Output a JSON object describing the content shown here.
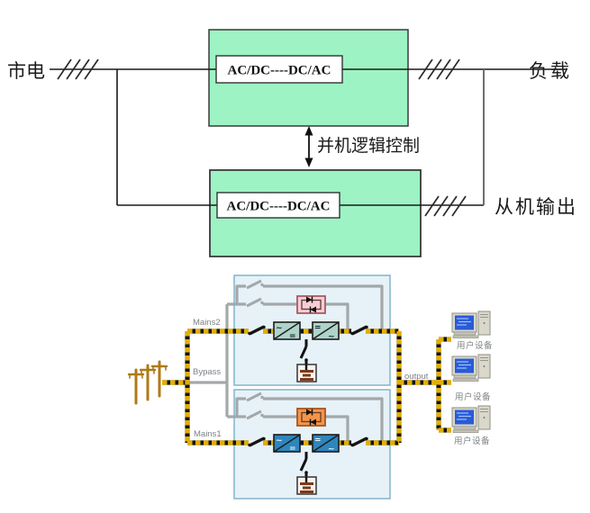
{
  "colors": {
    "green_box": "#9df3c4",
    "green_box_border": "#3a3a3a",
    "diagram_line": "#1a1a1a",
    "right_branch_gray": "#6e6e6e",
    "unit_box": "#e6f2f8",
    "unit_border": "#8ab8cd",
    "cable_yellow": "#e3ae00",
    "cable_black": "#141414",
    "bypass_gray": "#a3a8aa",
    "static_switch_pink": "#f6cdd3",
    "static_switch_pink_border": "#a85a62",
    "static_switch_orange": "#f2954c",
    "static_switch_orange_border": "#a8551e",
    "converter_teal": "#aed3c8",
    "converter_blue": "#2e86bd",
    "converter_border": "#1c1c1c",
    "battery_fill": "#f7f5ef",
    "battery_bar": "#7a3a1c",
    "pole_brown": "#b07a16",
    "device_body": "#d9d8cb",
    "screen_blue": "#2a5bd7",
    "label_gray": "#7c8285"
  },
  "top_diagram": {
    "mains_label": "市电",
    "load_label": "负载",
    "slave_output_label": "从机输出",
    "parallel_control_label": "并机逻辑控制",
    "master_unit_label": "AC/DC----DC/AC",
    "slave_unit_label": "AC/DC----DC/AC"
  },
  "bottom_diagram": {
    "mains2_label": "Mains2",
    "bypass_label": "Bypass",
    "mains1_label": "Mains1",
    "output_label": "output",
    "user_device_labels": [
      "用户设备",
      "用户设备",
      "用户设备"
    ]
  }
}
